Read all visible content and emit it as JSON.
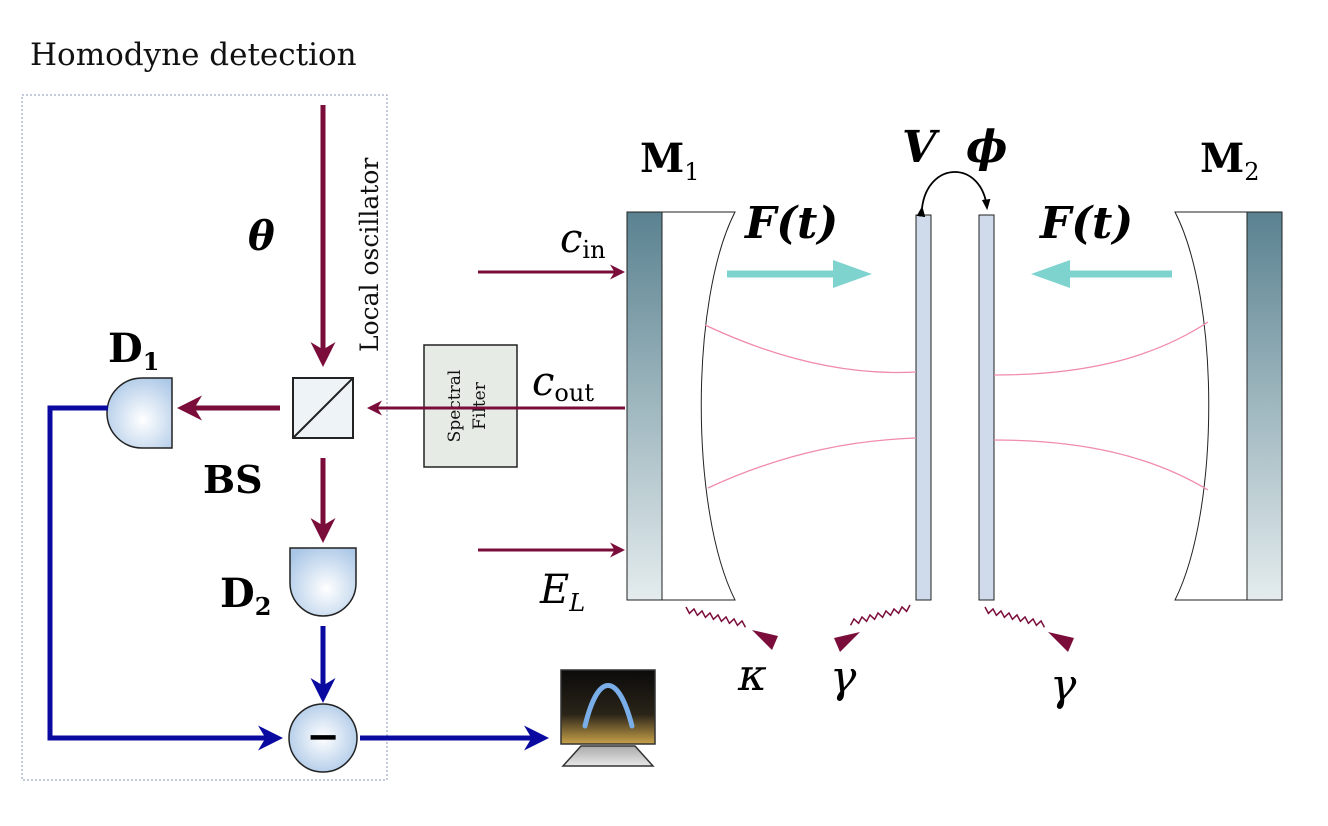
{
  "title": "Homodyne detection",
  "local_oscillator_label": "Local oscillator",
  "phase_symbol": "θ",
  "detector_1": {
    "main": "D",
    "sub": "1"
  },
  "detector_2": {
    "main": "D",
    "sub": "2"
  },
  "beam_splitter_label": "BS",
  "spectral_filter": {
    "line1": "Spectral",
    "line2": "Filter"
  },
  "mirror_1": {
    "main": "M",
    "sub": "1"
  },
  "mirror_2": {
    "main": "M",
    "sub": "2"
  },
  "c_in": {
    "main": "c",
    "sub": "in"
  },
  "c_out": {
    "main": "c",
    "sub": "out"
  },
  "e_l": {
    "main": "E",
    "sub": "L"
  },
  "force_left": "F(t)",
  "force_right": "F(t)",
  "coupling_v": "V",
  "coupling_phi": "ϕ",
  "loss_kappa": "κ",
  "loss_gamma_left": "γ",
  "loss_gamma_right": "γ",
  "subtractor_symbol": "−",
  "colors": {
    "laser": "#7a0d3a",
    "signal": "#0a0aa0",
    "force": "#7fd3cf",
    "mode": "#f08ab0",
    "mirror_dark": "#5a8290",
    "membrane": "#cfdaea"
  }
}
